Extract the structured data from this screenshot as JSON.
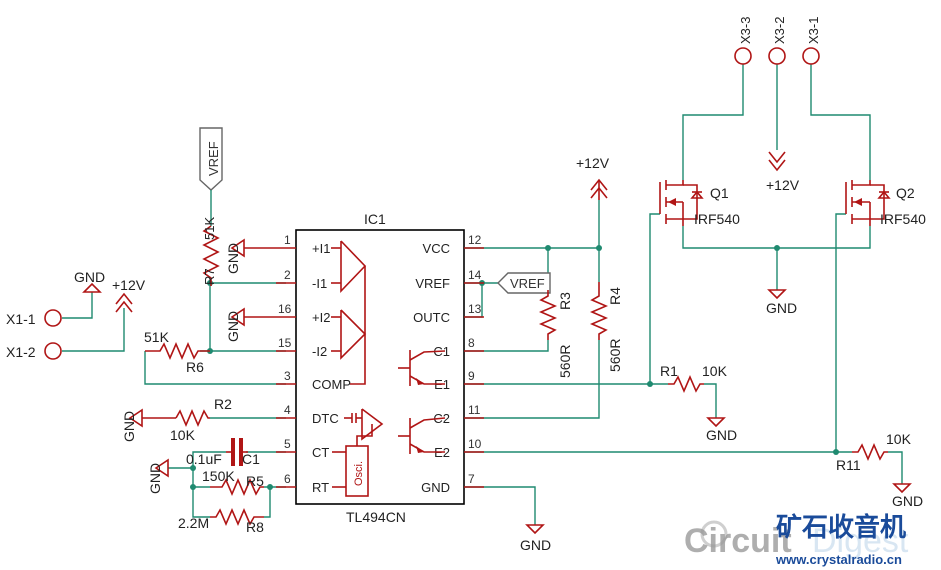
{
  "ic": {
    "ref": "IC1",
    "part": "TL494CN",
    "pins_left": [
      {
        "num": "1",
        "name": "+I1"
      },
      {
        "num": "2",
        "name": "-I1"
      },
      {
        "num": "16",
        "name": "+I2"
      },
      {
        "num": "15",
        "name": "-I2"
      },
      {
        "num": "3",
        "name": "COMP"
      },
      {
        "num": "4",
        "name": "DTC"
      },
      {
        "num": "5",
        "name": "CT"
      },
      {
        "num": "6",
        "name": "RT"
      }
    ],
    "pins_right": [
      {
        "num": "12",
        "name": "VCC"
      },
      {
        "num": "14",
        "name": "VREF"
      },
      {
        "num": "13",
        "name": "OUTC"
      },
      {
        "num": "8",
        "name": "C1"
      },
      {
        "num": "9",
        "name": "E1"
      },
      {
        "num": "11",
        "name": "C2"
      },
      {
        "num": "10",
        "name": "E2"
      },
      {
        "num": "7",
        "name": "GND"
      }
    ],
    "osc_label": "Osci."
  },
  "connectors": {
    "x1_1": "X1-1",
    "x1_2": "X1-2",
    "x3_1": "X3-1",
    "x3_2": "X3-2",
    "x3_3": "X3-3"
  },
  "power": {
    "vcc_left": "+12V",
    "vcc_mid": "+12V",
    "vcc_right": "+12V",
    "gnd": "GND",
    "vref_top": "VREF",
    "vref_right": "VREF"
  },
  "components": {
    "r7": {
      "ref": "R7",
      "value": "51K"
    },
    "r6": {
      "ref": "R6",
      "value": "51K"
    },
    "r2": {
      "ref": "R2",
      "value": "10K"
    },
    "c1": {
      "ref": "C1",
      "value": "0.1uF"
    },
    "r5": {
      "ref": "R5",
      "value": "150K"
    },
    "r8": {
      "ref": "R8",
      "value": "2.2M"
    },
    "r3": {
      "ref": "R3",
      "value": "560R"
    },
    "r4": {
      "ref": "R4",
      "value": "560R"
    },
    "r1": {
      "ref": "R1",
      "value": "10K"
    },
    "r11": {
      "ref": "R11",
      "value": "10K"
    },
    "q1": {
      "ref": "Q1",
      "value": "IRF540"
    },
    "q2": {
      "ref": "Q2",
      "value": "IRF540"
    }
  },
  "watermark": {
    "brand_a": "Circuit",
    "brand_b": "Digest",
    "cn_title": "矿石收音机",
    "url": "www.crystalradio.cn"
  },
  "colors": {
    "wire": "#1f8a70",
    "symbol": "#b01515",
    "ic_outline": "#000000"
  }
}
